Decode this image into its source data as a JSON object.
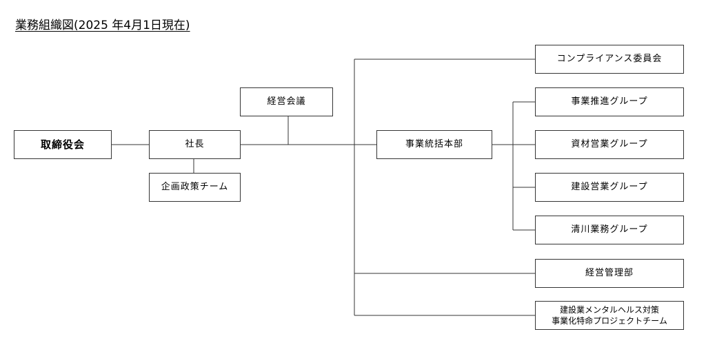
{
  "title": "業務組織図(2025 年4月1日現在)",
  "nodes": {
    "board": "取締役会",
    "president": "社長",
    "management_meeting": "経営会議",
    "planning_team": "企画政策チーム",
    "business_hq": "事業統括本部",
    "compliance": "コンプライアンス委員会",
    "promotion": "事業推進グループ",
    "materials_sales": "資材営業グループ",
    "construction_sales": "建設営業グループ",
    "kiyokawa": "清川業務グループ",
    "management_dept": "経営管理部",
    "project_team_line1": "建設業メンタルヘルス対策",
    "project_team_line2": "事業化特命プロジェクトチーム"
  }
}
